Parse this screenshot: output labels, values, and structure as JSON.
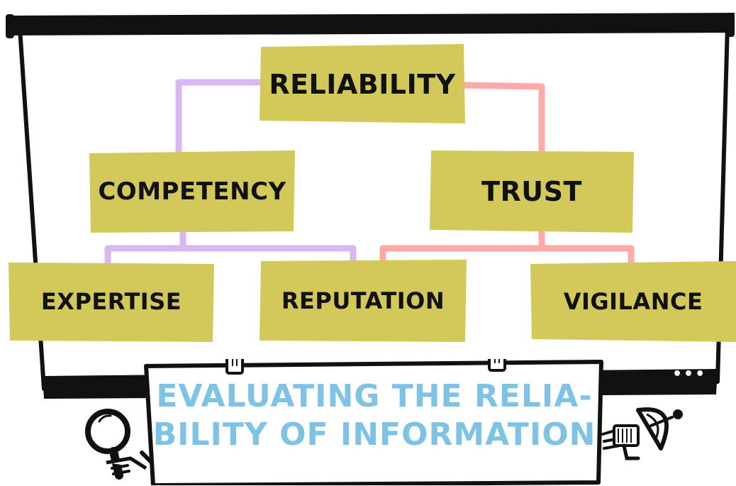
{
  "diagram": {
    "nodes": {
      "reliability": "RELIABILITY",
      "competency": "COMPETENCY",
      "trust": "TRUST",
      "expertise": "EXPERTISE",
      "reputation": "REPUTATION",
      "vigilance": "VIGILANCE"
    },
    "edges": [
      {
        "from": "reliability",
        "to": "competency",
        "color": "#d7b8f3"
      },
      {
        "from": "reliability",
        "to": "trust",
        "color": "#ffa8a8"
      },
      {
        "from": "competency",
        "to": "expertise",
        "color": "#d7b8f3"
      },
      {
        "from": "competency",
        "to": "reputation",
        "color": "#d7b8f3"
      },
      {
        "from": "trust",
        "to": "reputation",
        "color": "#ffa8a8"
      },
      {
        "from": "trust",
        "to": "vigilance",
        "color": "#ffa8a8"
      }
    ]
  },
  "banner": {
    "title": "EVALUATING THE RELIA-\nBILITY OF INFORMATION"
  },
  "screen": {
    "dots": "•••"
  },
  "colors": {
    "node_fill": "#d2c95a",
    "banner_text": "#7ec3e6",
    "frame": "#111111",
    "purple_line": "#d7b8f3",
    "pink_line": "#ffa8a8"
  },
  "icons": {
    "magnifier": "magnifying-glass-icon",
    "satellite": "satellite-dish-icon"
  }
}
